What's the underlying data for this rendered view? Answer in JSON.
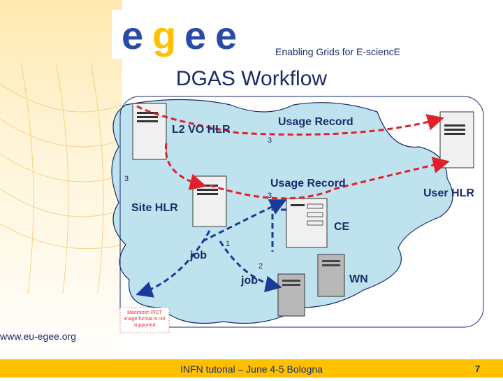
{
  "header": {
    "tagline": "Enabling Grids for E-sciencE",
    "logo_text": "egee"
  },
  "slide": {
    "title": "DGAS Workflow"
  },
  "diagram": {
    "labels": {
      "l2_vo_hlr": "L2 VO HLR",
      "usage_record_top": "Usage Record",
      "usage_record_mid": "Usage Record",
      "user_hlr": "User HLR",
      "site_hlr": "Site HLR",
      "ce": "CE",
      "job_left": "job",
      "job_right": "job",
      "wn": "WN"
    },
    "step_numbers": {
      "top": "3",
      "left": "3",
      "mid": "3",
      "one": "1",
      "two": "2"
    },
    "pict_note": "Macintosh PICT image format is not supported"
  },
  "footer": {
    "website": "www.eu-egee.org",
    "text": "INFN tutorial – June 4-5 Bologna",
    "page": "7"
  },
  "colors": {
    "navy": "#1a2a6a",
    "accent": "#ffc000",
    "cloud": "#bfe3ee",
    "arrow_red": "#e0202a",
    "arrow_blue": "#1a3a9a"
  }
}
